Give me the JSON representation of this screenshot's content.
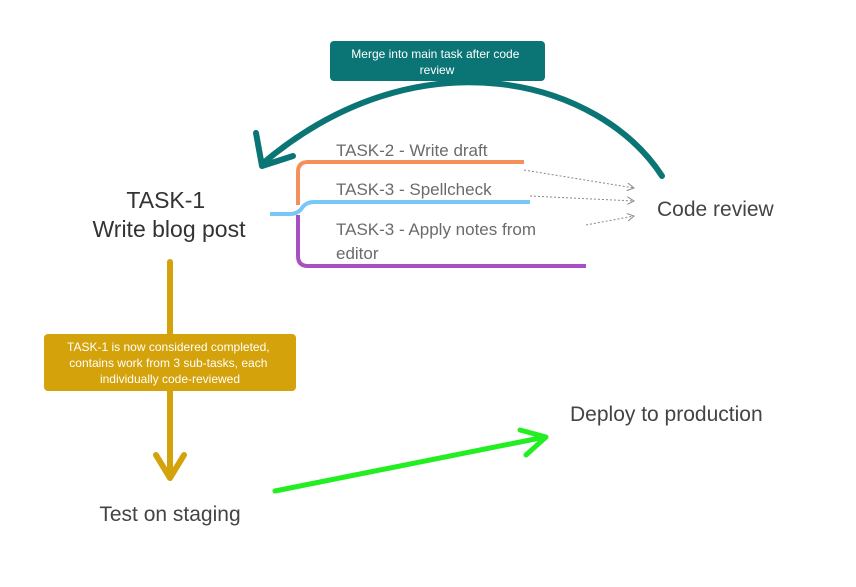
{
  "main_task": {
    "line1": "TASK-1",
    "line2": "Write blog post"
  },
  "sub_tasks": [
    {
      "label": "TASK-2 - Write draft",
      "color": "#f5905a"
    },
    {
      "label": "TASK-3 - Spellcheck",
      "color": "#78c8f5"
    },
    {
      "label_line1": "TASK-3 - Apply notes from",
      "label_line2": "editor",
      "color": "#a94fc4"
    }
  ],
  "code_review": {
    "label": "Code review"
  },
  "merge_callout": {
    "line1": "Merge into main task after code",
    "line2": "review",
    "color": "#0b7575"
  },
  "completed_callout": {
    "line1": "TASK-1 is now considered completed,",
    "line2": "contains work from 3 sub-tasks, each",
    "line3": "individually code-reviewed",
    "color": "#d4a20a"
  },
  "test_staging": {
    "label": "Test on staging"
  },
  "deploy": {
    "label": "Deploy to production",
    "arrow_color": "#22ee22"
  }
}
